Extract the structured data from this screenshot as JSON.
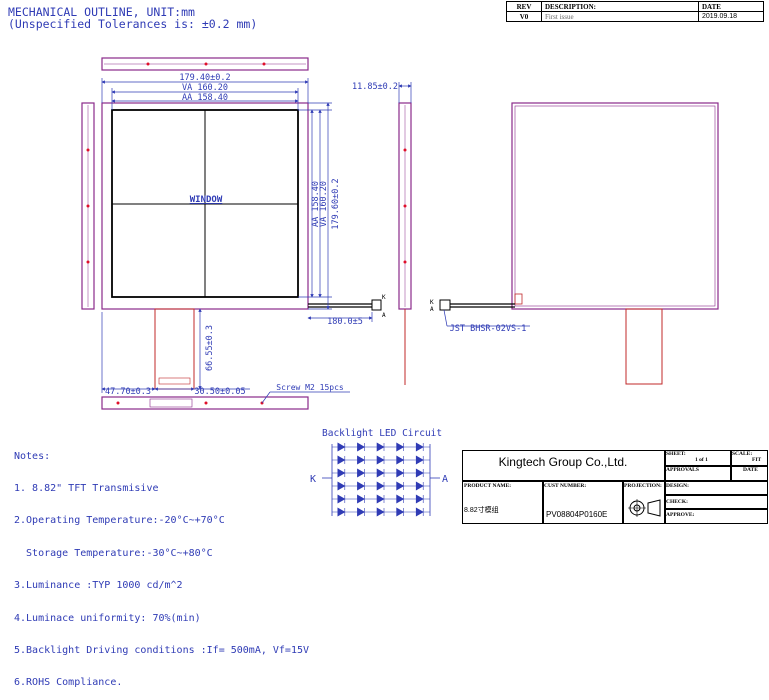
{
  "header": {
    "title": "MECHANICAL OUTLINE, UNIT:mm",
    "tolerance": "(Unspecified Tolerances is: ±0.2 mm)"
  },
  "revision_table": {
    "headers": [
      "REV",
      "DESCRIPTION:",
      "DATE"
    ],
    "row": {
      "rev": "V0",
      "description": "First issue",
      "date": "2019.09.18"
    }
  },
  "dimensions": {
    "outline_width": "179.40±0.2",
    "va_width": "VA 160.20",
    "aa_width": "AA 158.40",
    "aa_height": "AA 158.40",
    "va_height": "VA 160.20",
    "outline_height": "179.60±0.2",
    "thickness": "11.85±0.2",
    "cable_length": "180.0±5",
    "fpc_length": "66.55±0.3",
    "left_offset": "47.70±0.3",
    "fpc_width": "30.50±0.05",
    "window_label": "WINDOW",
    "screw_label": "Screw M2 15pcs",
    "connector_label": "JST BHSR-02VS-1",
    "pin_k": "K",
    "pin_a": "A"
  },
  "notes": {
    "title": "Notes:",
    "items": [
      "1. 8.82\" TFT Transmisive",
      "2.Operating Temperature:-20°C~+70°C",
      "  Storage Temperature:-30°C~+80°C",
      "3.Luminance :TYP 1000 cd/m^2",
      "4.Luminace uniformity: 70%(min)",
      "5.Backlight Driving conditions :If= 500mA, Vf=15V",
      "6.ROHS Compliance."
    ]
  },
  "backlight": {
    "title": "Backlight LED Circuit",
    "k_label": "K",
    "a_label": "A"
  },
  "title_block": {
    "company": "Kingtech Group Co.,Ltd.",
    "sheet_label": "SHEET:",
    "sheet_value": "1 of 1",
    "scale_label": "SCALE:",
    "scale_value": "FIT",
    "approvals_label": "APPROVALS",
    "date_label": "DATE",
    "product_name_label": "PRODUCT NAME:",
    "product_name_value": "8.82寸模组",
    "cust_number_label": "CUST NUMBER:",
    "cust_number_value": "PV08804P0160E",
    "projection_label": "PROJECTION:",
    "design_label": "DESIGN:",
    "check_label": "CHECK:",
    "approve_label": "APPROVE:"
  },
  "colors": {
    "outline": "#8a2a8a",
    "dimension": "#2f3bb5",
    "marker": "#e0102a",
    "fpc": "#c0282a"
  }
}
